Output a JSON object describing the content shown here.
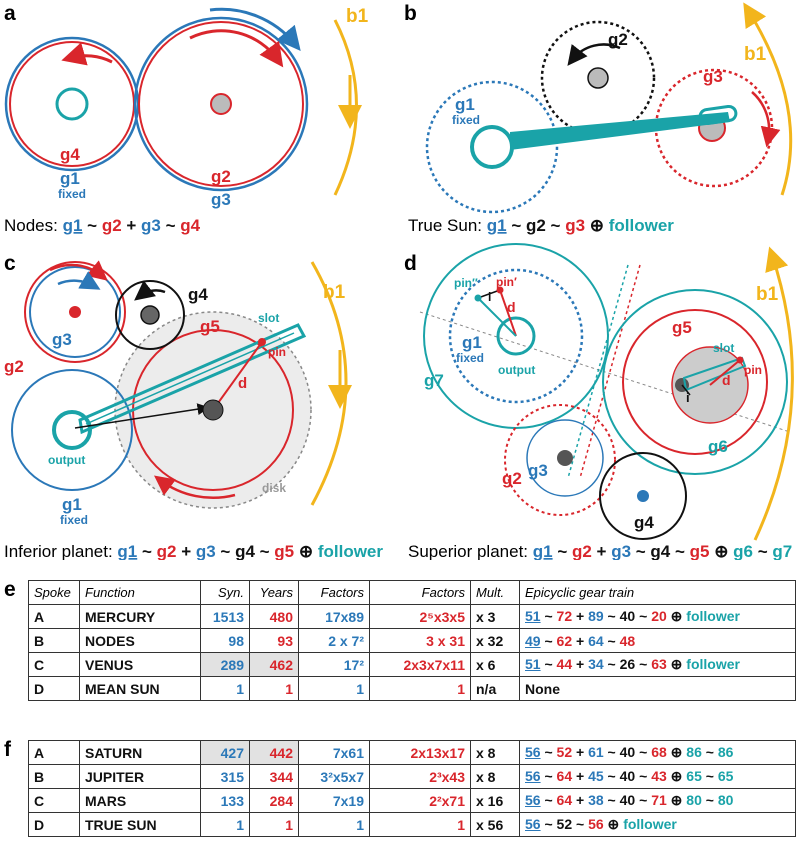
{
  "panels": {
    "a": {
      "label": "a",
      "caption_prefix": "Nodes: ",
      "g1": "g1",
      "fixed": "fixed",
      "g2": "g2",
      "g3": "g3",
      "g4": "g4",
      "b1": "b1",
      "caption": [
        {
          "t": "g1",
          "c": "#2b78b8",
          "u": true
        },
        {
          "t": " ~ ",
          "c": "#111"
        },
        {
          "t": "g2",
          "c": "#d9262c"
        },
        {
          "t": " + ",
          "c": "#111"
        },
        {
          "t": "g3",
          "c": "#2b78b8"
        },
        {
          "t": " ~ ",
          "c": "#111"
        },
        {
          "t": "g4",
          "c": "#d9262c"
        }
      ]
    },
    "b": {
      "label": "b",
      "caption_prefix": "True Sun: ",
      "g1": "g1",
      "fixed": "fixed",
      "g2": "g2",
      "g3": "g3",
      "b1": "b1",
      "caption": [
        {
          "t": "g1",
          "c": "#2b78b8",
          "u": true
        },
        {
          "t": " ~ ",
          "c": "#111"
        },
        {
          "t": "g2",
          "c": "#111"
        },
        {
          "t": " ~ ",
          "c": "#111"
        },
        {
          "t": "g3",
          "c": "#d9262c"
        },
        {
          "t": " ⊕ ",
          "c": "#111"
        },
        {
          "t": "follower",
          "c": "#1aa3a8"
        }
      ]
    },
    "c": {
      "label": "c",
      "caption_prefix": "Inferior planet: ",
      "g1": "g1",
      "fixed": "fixed",
      "g2": "g2",
      "g3": "g3",
      "g4": "g4",
      "g5": "g5",
      "b1": "b1",
      "slot": "slot",
      "pin": "pin",
      "d": "d",
      "output": "output",
      "disk": "disk",
      "caption": [
        {
          "t": "g1",
          "c": "#2b78b8",
          "u": true
        },
        {
          "t": " ~ ",
          "c": "#111"
        },
        {
          "t": "g2",
          "c": "#d9262c"
        },
        {
          "t": " + ",
          "c": "#111"
        },
        {
          "t": "g3",
          "c": "#2b78b8"
        },
        {
          "t": " ~ ",
          "c": "#111"
        },
        {
          "t": "g4",
          "c": "#111"
        },
        {
          "t": " ~ ",
          "c": "#111"
        },
        {
          "t": "g5",
          "c": "#d9262c"
        },
        {
          "t": " ⊕ ",
          "c": "#111"
        },
        {
          "t": "follower",
          "c": "#1aa3a8"
        }
      ]
    },
    "d": {
      "label": "d",
      "caption_prefix": "Superior planet: ",
      "g1": "g1",
      "fixed": "fixed",
      "g2": "g2",
      "g3": "g3",
      "g4": "g4",
      "g5": "g5",
      "g6": "g6",
      "g7": "g7",
      "b1": "b1",
      "slot": "slot",
      "pin": "pin",
      "pin1": "pin′",
      "pin2": "pin′′",
      "d": "d",
      "i": "i",
      "output": "output",
      "caption": [
        {
          "t": "g1",
          "c": "#2b78b8",
          "u": true
        },
        {
          "t": " ~ ",
          "c": "#111"
        },
        {
          "t": "g2",
          "c": "#d9262c"
        },
        {
          "t": " + ",
          "c": "#111"
        },
        {
          "t": "g3",
          "c": "#2b78b8"
        },
        {
          "t": " ~ ",
          "c": "#111"
        },
        {
          "t": "g4",
          "c": "#111"
        },
        {
          "t": " ~ ",
          "c": "#111"
        },
        {
          "t": "g5",
          "c": "#d9262c"
        },
        {
          "t": " ⊕ ",
          "c": "#111"
        },
        {
          "t": "g6",
          "c": "#1aa3a8"
        },
        {
          "t": " ~ ",
          "c": "#111"
        },
        {
          "t": "g7",
          "c": "#1aa3a8"
        }
      ]
    }
  },
  "table_e": {
    "label": "e",
    "headers": [
      "Spoke",
      "Function",
      "Syn.",
      "Years",
      "Factors",
      "Factors",
      "Mult.",
      "Epicyclic gear train"
    ],
    "rows": [
      {
        "spoke": "A",
        "func": "MERCURY",
        "syn": "1513",
        "years": "480",
        "f1": "17x89",
        "f2": "2⁵x3x5",
        "mult": "x 3",
        "train": [
          {
            "t": "51",
            "c": "#2b78b8",
            "u": true
          },
          {
            "t": " ~ ",
            "c": "#111"
          },
          {
            "t": "72",
            "c": "#d9262c"
          },
          {
            "t": " + ",
            "c": "#111"
          },
          {
            "t": "89",
            "c": "#2b78b8"
          },
          {
            "t": " ~ ",
            "c": "#111"
          },
          {
            "t": "40",
            "c": "#111"
          },
          {
            "t": " ~ ",
            "c": "#111"
          },
          {
            "t": "20",
            "c": "#d9262c"
          },
          {
            "t": " ⊕ ",
            "c": "#111"
          },
          {
            "t": "follower",
            "c": "#1aa3a8"
          }
        ]
      },
      {
        "spoke": "B",
        "func": "NODES",
        "syn": "98",
        "years": "93",
        "f1": "2 x 7²",
        "f2": "3 x 31",
        "mult": "x 32",
        "train": [
          {
            "t": "49",
            "c": "#2b78b8",
            "u": true
          },
          {
            "t": " ~ ",
            "c": "#111"
          },
          {
            "t": "62",
            "c": "#d9262c"
          },
          {
            "t": " + ",
            "c": "#111"
          },
          {
            "t": "64",
            "c": "#2b78b8"
          },
          {
            "t": " ~ ",
            "c": "#111"
          },
          {
            "t": "48",
            "c": "#d9262c"
          }
        ]
      },
      {
        "spoke": "C",
        "func": "VENUS",
        "syn": "289",
        "years": "462",
        "f1": "17²",
        "f2": "2x3x7x11",
        "mult": "x 6",
        "train": [
          {
            "t": "51",
            "c": "#2b78b8",
            "u": true
          },
          {
            "t": " ~ ",
            "c": "#111"
          },
          {
            "t": "44",
            "c": "#d9262c"
          },
          {
            "t": " + ",
            "c": "#111"
          },
          {
            "t": "34",
            "c": "#2b78b8"
          },
          {
            "t": " ~ ",
            "c": "#111"
          },
          {
            "t": "26",
            "c": "#111"
          },
          {
            "t": " ~ ",
            "c": "#111"
          },
          {
            "t": "63",
            "c": "#d9262c"
          },
          {
            "t": " ⊕ ",
            "c": "#111"
          },
          {
            "t": "follower",
            "c": "#1aa3a8"
          }
        ]
      },
      {
        "spoke": "D",
        "func": "MEAN SUN",
        "syn": "1",
        "years": "1",
        "f1": "1",
        "f2": "1",
        "mult": "n/a",
        "train": [
          {
            "t": "None",
            "c": "#111"
          }
        ]
      }
    ]
  },
  "table_f": {
    "label": "f",
    "rows": [
      {
        "spoke": "A",
        "func": "SATURN",
        "syn": "427",
        "years": "442",
        "f1": "7x61",
        "f2": "2x13x17",
        "mult": "x 8",
        "train": [
          {
            "t": "56",
            "c": "#2b78b8",
            "u": true
          },
          {
            "t": " ~ ",
            "c": "#111"
          },
          {
            "t": "52",
            "c": "#d9262c"
          },
          {
            "t": " + ",
            "c": "#111"
          },
          {
            "t": "61",
            "c": "#2b78b8"
          },
          {
            "t": " ~ ",
            "c": "#111"
          },
          {
            "t": "40",
            "c": "#111"
          },
          {
            "t": " ~ ",
            "c": "#111"
          },
          {
            "t": "68",
            "c": "#d9262c"
          },
          {
            "t": " ⊕ ",
            "c": "#111"
          },
          {
            "t": "86",
            "c": "#1aa3a8"
          },
          {
            "t": " ~ ",
            "c": "#111"
          },
          {
            "t": "86",
            "c": "#1aa3a8"
          }
        ]
      },
      {
        "spoke": "B",
        "func": "JUPITER",
        "syn": "315",
        "years": "344",
        "f1": "3²x5x7",
        "f2": "2³x43",
        "mult": "x 8",
        "train": [
          {
            "t": "56",
            "c": "#2b78b8",
            "u": true
          },
          {
            "t": " ~ ",
            "c": "#111"
          },
          {
            "t": "64",
            "c": "#d9262c"
          },
          {
            "t": " + ",
            "c": "#111"
          },
          {
            "t": "45",
            "c": "#2b78b8"
          },
          {
            "t": " ~ ",
            "c": "#111"
          },
          {
            "t": "40",
            "c": "#111"
          },
          {
            "t": " ~ ",
            "c": "#111"
          },
          {
            "t": "43",
            "c": "#d9262c"
          },
          {
            "t": " ⊕ ",
            "c": "#111"
          },
          {
            "t": "65",
            "c": "#1aa3a8"
          },
          {
            "t": " ~ ",
            "c": "#111"
          },
          {
            "t": "65",
            "c": "#1aa3a8"
          }
        ]
      },
      {
        "spoke": "C",
        "func": "MARS",
        "syn": "133",
        "years": "284",
        "f1": "7x19",
        "f2": "2²x71",
        "mult": "x 16",
        "train": [
          {
            "t": "56",
            "c": "#2b78b8",
            "u": true
          },
          {
            "t": " ~ ",
            "c": "#111"
          },
          {
            "t": "64",
            "c": "#d9262c"
          },
          {
            "t": " + ",
            "c": "#111"
          },
          {
            "t": "38",
            "c": "#2b78b8"
          },
          {
            "t": " ~ ",
            "c": "#111"
          },
          {
            "t": "40",
            "c": "#111"
          },
          {
            "t": " ~ ",
            "c": "#111"
          },
          {
            "t": "71",
            "c": "#d9262c"
          },
          {
            "t": " ⊕ ",
            "c": "#111"
          },
          {
            "t": "80",
            "c": "#1aa3a8"
          },
          {
            "t": " ~ ",
            "c": "#111"
          },
          {
            "t": "80",
            "c": "#1aa3a8"
          }
        ]
      },
      {
        "spoke": "D",
        "func": "TRUE SUN",
        "syn": "1",
        "years": "1",
        "f1": "1",
        "f2": "1",
        "mult": "x 56",
        "train": [
          {
            "t": "56",
            "c": "#2b78b8",
            "u": true
          },
          {
            "t": " ~ ",
            "c": "#111"
          },
          {
            "t": "52",
            "c": "#111"
          },
          {
            "t": " ~ ",
            "c": "#111"
          },
          {
            "t": "56",
            "c": "#d9262c"
          },
          {
            "t": " ⊕ ",
            "c": "#111"
          },
          {
            "t": "follower",
            "c": "#1aa3a8"
          }
        ]
      }
    ]
  },
  "colors": {
    "blue": "#2b78b8",
    "red": "#d9262c",
    "teal": "#1aa3a8",
    "yellow": "#f2b51c",
    "black": "#111111",
    "grey": "#c8c8c8"
  }
}
